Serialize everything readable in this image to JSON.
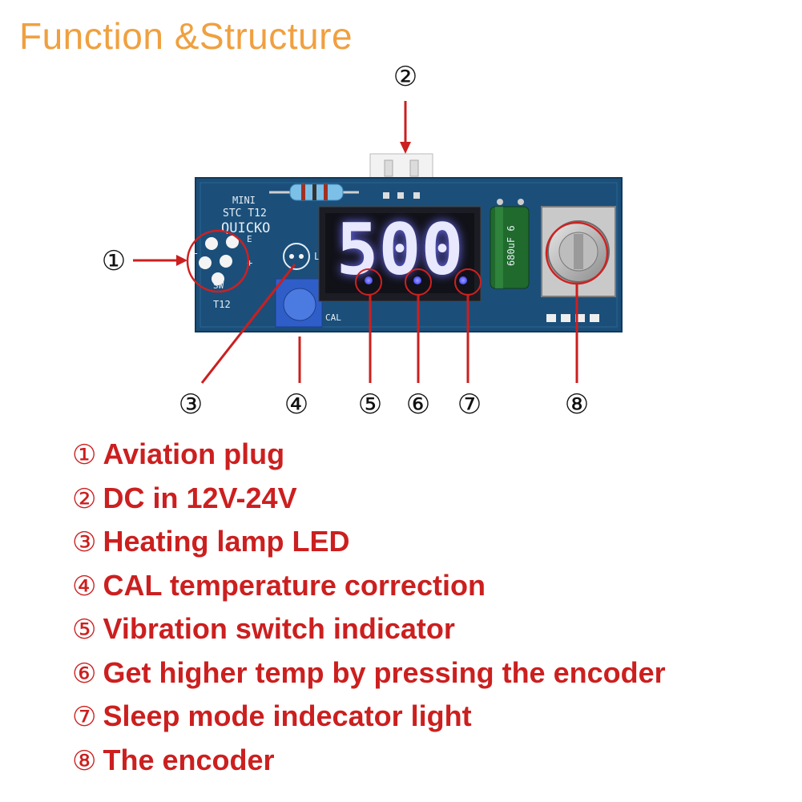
{
  "title": "Function &Structure",
  "callouts": [
    "①",
    "②",
    "③",
    "④",
    "⑤",
    "⑥",
    "⑦",
    "⑧"
  ],
  "board": {
    "silkscreen": {
      "model_line1": "MINI",
      "model_line2": "STC T12",
      "brand": "QUICKO",
      "plug_label": "T12",
      "switch_label": "SW",
      "cal_label": "CAL",
      "minus": "-",
      "plus": "+",
      "l_label": "L",
      "e_label": "E",
      "capacitor_label": "680uF 6"
    },
    "display_value": "500"
  },
  "legend": [
    {
      "num": "①",
      "text": "Aviation plug"
    },
    {
      "num": "②",
      "text": "DC in 12V-24V"
    },
    {
      "num": "③",
      "text": "Heating lamp LED"
    },
    {
      "num": "④",
      "text": "CAL temperature correction"
    },
    {
      "num": "⑤",
      "text": "Vibration switch indicator"
    },
    {
      "num": "⑥",
      "text": "Get higher temp by pressing the encoder"
    },
    {
      "num": "⑦",
      "text": "Sleep mode indecator light"
    },
    {
      "num": "⑧",
      "text": "The encoder"
    }
  ],
  "colors": {
    "title": "#f0a040",
    "callout_arrow": "#cc1f1f",
    "legend_text": "#cc1f1f",
    "pcb": "#1b4f7a",
    "display_glow": "#6f6fff"
  }
}
